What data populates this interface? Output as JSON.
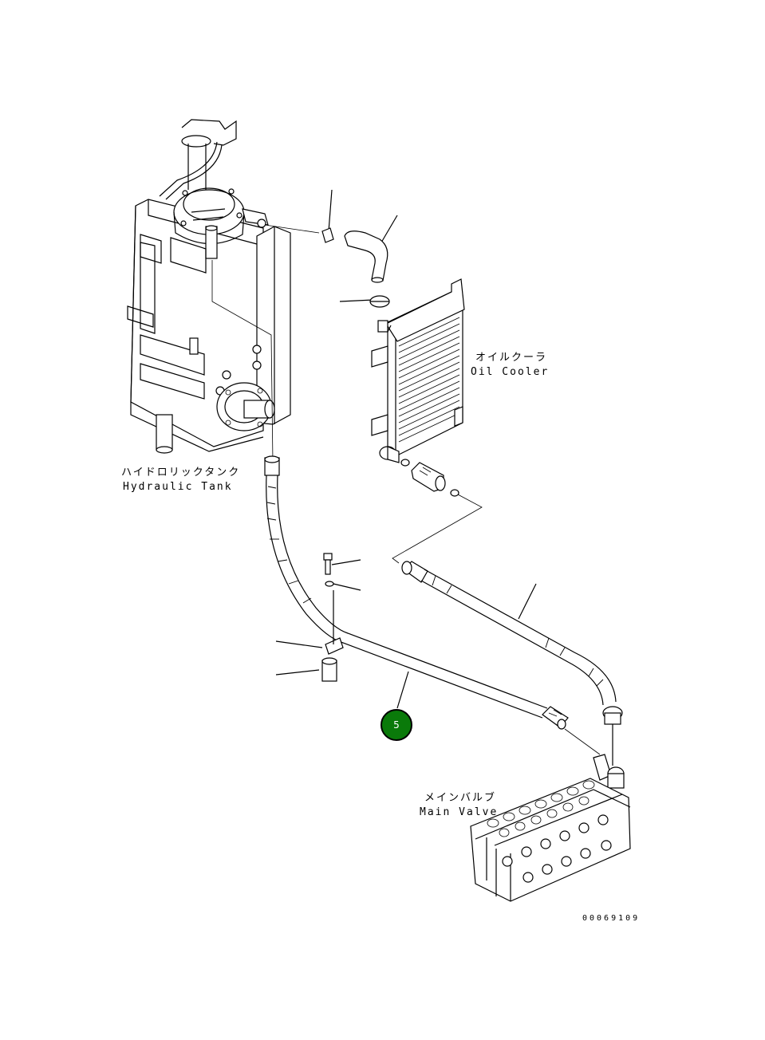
{
  "labels": {
    "hydraulic_tank_jp": "ハイドロリックタンク",
    "hydraulic_tank_en": "Hydraulic Tank",
    "oil_cooler_jp": "オイルクーラ",
    "oil_cooler_en": "Oil Cooler",
    "main_valve_jp": "メインバルブ",
    "main_valve_en": "Main Valve"
  },
  "callouts": [
    {
      "number": "5",
      "color": "#0a7a0a"
    }
  ],
  "drawing_code": "00069109"
}
